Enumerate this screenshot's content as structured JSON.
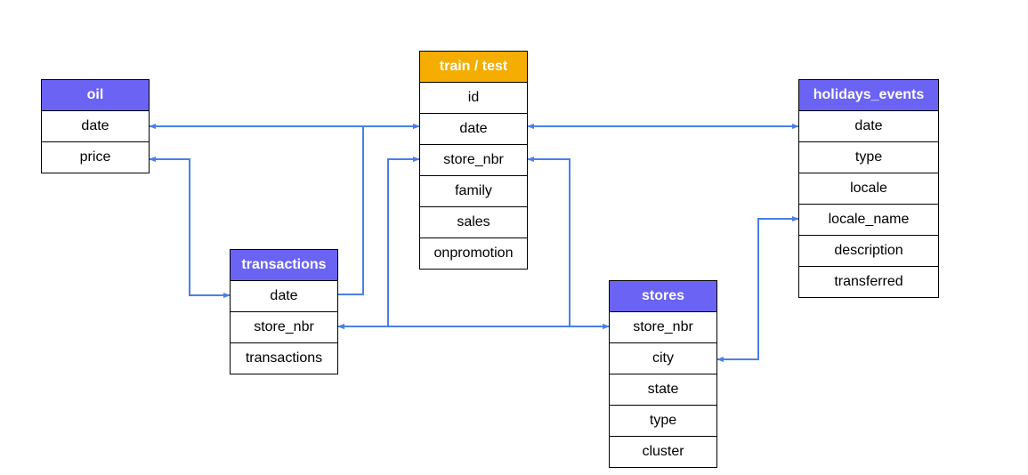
{
  "colors": {
    "entity_header": "#6b63f4",
    "main_header": "#f4ad00",
    "connector": "#4a7fe8",
    "border": "#000000"
  },
  "tables": {
    "oil": {
      "title": "oil",
      "fields": [
        "date",
        "price"
      ]
    },
    "train_test": {
      "title": "train / test",
      "fields": [
        "id",
        "date",
        "store_nbr",
        "family",
        "sales",
        "onpromotion"
      ]
    },
    "holidays_events": {
      "title": "holidays_events",
      "fields": [
        "date",
        "type",
        "locale",
        "locale_name",
        "description",
        "transferred"
      ]
    },
    "transactions": {
      "title": "transactions",
      "fields": [
        "date",
        "store_nbr",
        "transactions"
      ]
    },
    "stores": {
      "title": "stores",
      "fields": [
        "store_nbr",
        "city",
        "state",
        "type",
        "cluster"
      ]
    }
  },
  "relations": [
    {
      "from": "oil.date",
      "to": "train_test.date"
    },
    {
      "from": "oil.price",
      "to": "transactions.date"
    },
    {
      "from": "transactions.date",
      "to": "train_test.date"
    },
    {
      "from": "transactions.store_nbr",
      "to": "train_test.store_nbr"
    },
    {
      "from": "transactions.store_nbr",
      "to": "stores.store_nbr"
    },
    {
      "from": "train_test.store_nbr",
      "to": "stores.store_nbr"
    },
    {
      "from": "train_test.date",
      "to": "holidays_events.date"
    },
    {
      "from": "stores.city",
      "to": "holidays_events.locale_name"
    }
  ]
}
